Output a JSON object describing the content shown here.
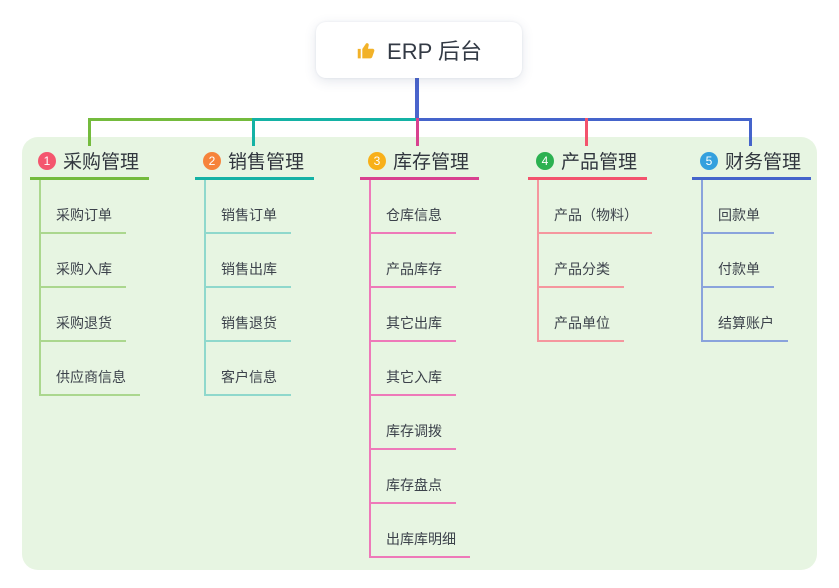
{
  "root": {
    "icon": "thumbs-up",
    "label": "ERP 后台"
  },
  "branches": [
    {
      "badge": "1",
      "label": "采购管理",
      "badge_color": "#f4566e",
      "line_color": "#74bb3d",
      "item_line_color": "#abd78e",
      "items": [
        "采购订单",
        "采购入库",
        "采购退货",
        "供应商信息"
      ]
    },
    {
      "badge": "2",
      "label": "销售管理",
      "badge_color": "#f6833b",
      "line_color": "#14b2a5",
      "item_line_color": "#8fd8cc",
      "items": [
        "销售订单",
        "销售出库",
        "销售退货",
        "客户信息"
      ]
    },
    {
      "badge": "3",
      "label": "库存管理",
      "badge_color": "#f8b019",
      "line_color": "#d8418f",
      "item_line_color": "#ee79b9",
      "items": [
        "仓库信息",
        "产品库存",
        "其它出库",
        "其它入库",
        "库存调拨",
        "库存盘点",
        "出库库明细"
      ]
    },
    {
      "badge": "4",
      "label": "产品管理",
      "badge_color": "#2cb151",
      "line_color": "#f3536d",
      "item_line_color": "#f5969e",
      "items": [
        "产品（物料）",
        "产品分类",
        "产品单位"
      ]
    },
    {
      "badge": "5",
      "label": "财务管理",
      "badge_color": "#34a0de",
      "line_color": "#4564cb",
      "item_line_color": "#8aa3dc",
      "items": [
        "回款单",
        "付款单",
        "结算账户"
      ]
    }
  ],
  "colors": {
    "board_bg": "#e7f5e2",
    "stem": "#4a64cc",
    "icon_gold": "#f2b229"
  }
}
